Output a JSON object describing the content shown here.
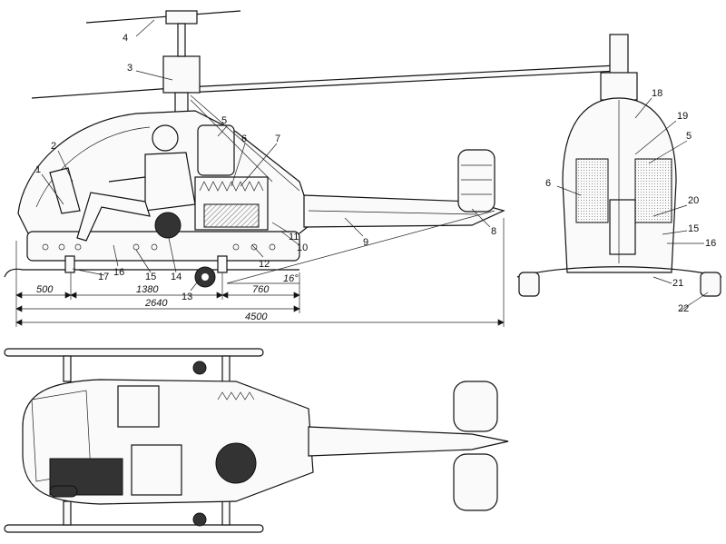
{
  "drawing": {
    "callouts": [
      "1",
      "2",
      "3",
      "4",
      "5",
      "6",
      "7",
      "8",
      "9",
      "10",
      "11",
      "12",
      "13",
      "14",
      "15",
      "16",
      "17"
    ],
    "front_callouts": [
      "18",
      "19",
      "5",
      "6",
      "20",
      "15",
      "16",
      "21",
      "22"
    ],
    "dimensions": {
      "d500": "500",
      "d1380": "1380",
      "d760": "760",
      "d2640": "2640",
      "d4500": "4500",
      "angle": "16°"
    }
  }
}
